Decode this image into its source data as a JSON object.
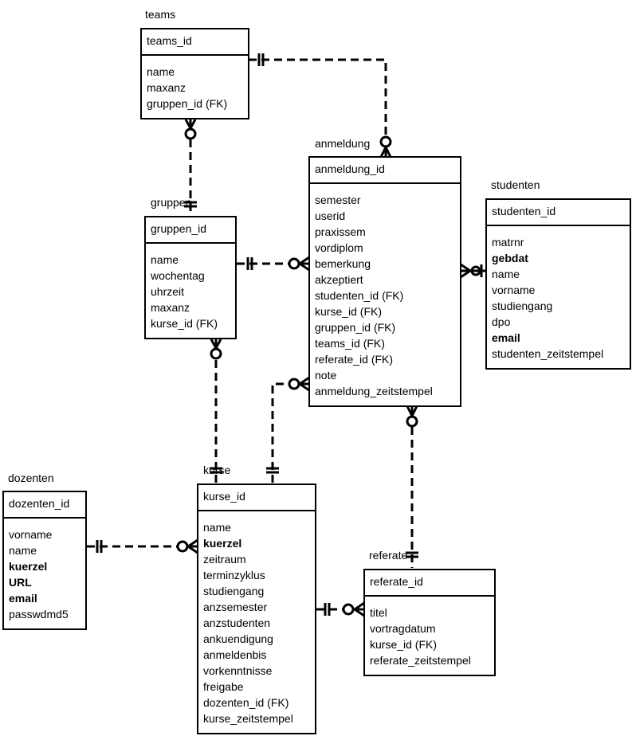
{
  "entities": {
    "teams": {
      "label": "teams",
      "pk": "teams_id",
      "attrs": [
        {
          "name": "name",
          "bold": false
        },
        {
          "name": "maxanz",
          "bold": false
        },
        {
          "name": "gruppen_id (FK)",
          "bold": false
        }
      ]
    },
    "anmeldung": {
      "label": "anmeldung",
      "pk": "anmeldung_id",
      "attrs": [
        {
          "name": "semester",
          "bold": false
        },
        {
          "name": "userid",
          "bold": false
        },
        {
          "name": "praxissem",
          "bold": false
        },
        {
          "name": "vordiplom",
          "bold": false
        },
        {
          "name": "bemerkung",
          "bold": false
        },
        {
          "name": "akzeptiert",
          "bold": false
        },
        {
          "name": "studenten_id (FK)",
          "bold": false
        },
        {
          "name": "kurse_id (FK)",
          "bold": false
        },
        {
          "name": "gruppen_id (FK)",
          "bold": false
        },
        {
          "name": "teams_id (FK)",
          "bold": false
        },
        {
          "name": "referate_id (FK)",
          "bold": false
        },
        {
          "name": "note",
          "bold": false
        },
        {
          "name": "anmeldung_zeitstempel",
          "bold": false
        }
      ]
    },
    "studenten": {
      "label": "studenten",
      "pk": "studenten_id",
      "attrs": [
        {
          "name": "matrnr",
          "bold": false
        },
        {
          "name": "gebdat",
          "bold": true
        },
        {
          "name": "name",
          "bold": false
        },
        {
          "name": "vorname",
          "bold": false
        },
        {
          "name": "studiengang",
          "bold": false
        },
        {
          "name": "dpo",
          "bold": false
        },
        {
          "name": "email",
          "bold": true
        },
        {
          "name": "studenten_zeitstempel",
          "bold": false
        }
      ]
    },
    "gruppen": {
      "label": "gruppen",
      "pk": "gruppen_id",
      "attrs": [
        {
          "name": "name",
          "bold": false
        },
        {
          "name": "wochentag",
          "bold": false
        },
        {
          "name": "uhrzeit",
          "bold": false
        },
        {
          "name": "maxanz",
          "bold": false
        },
        {
          "name": "kurse_id (FK)",
          "bold": false
        }
      ]
    },
    "dozenten": {
      "label": "dozenten",
      "pk": "dozenten_id",
      "attrs": [
        {
          "name": "vorname",
          "bold": false
        },
        {
          "name": "name",
          "bold": false
        },
        {
          "name": "kuerzel",
          "bold": true
        },
        {
          "name": "URL",
          "bold": true
        },
        {
          "name": "email",
          "bold": true
        },
        {
          "name": "passwdmd5",
          "bold": false
        }
      ]
    },
    "kurse": {
      "label": "kurse",
      "pk": "kurse_id",
      "attrs": [
        {
          "name": "name",
          "bold": false
        },
        {
          "name": "kuerzel",
          "bold": true
        },
        {
          "name": "zeitraum",
          "bold": false
        },
        {
          "name": "terminzyklus",
          "bold": false
        },
        {
          "name": "studiengang",
          "bold": false
        },
        {
          "name": "anzsemester",
          "bold": false
        },
        {
          "name": "anzstudenten",
          "bold": false
        },
        {
          "name": "ankuendigung",
          "bold": false
        },
        {
          "name": "anmeldenbis",
          "bold": false
        },
        {
          "name": "vorkenntnisse",
          "bold": false
        },
        {
          "name": "freigabe",
          "bold": false
        },
        {
          "name": "dozenten_id (FK)",
          "bold": false
        },
        {
          "name": "kurse_zeitstempel",
          "bold": false
        }
      ]
    },
    "referate": {
      "label": "referate",
      "pk": "referate_id",
      "attrs": [
        {
          "name": "titel",
          "bold": false
        },
        {
          "name": "vortragdatum",
          "bold": false
        },
        {
          "name": "kurse_id (FK)",
          "bold": false
        },
        {
          "name": "referate_zeitstempel",
          "bold": false
        }
      ]
    }
  },
  "relationships": [
    {
      "from": "teams",
      "to": "anmeldung",
      "from_card": "one-and-only-one",
      "to_card": "zero-or-many"
    },
    {
      "from": "gruppen",
      "to": "teams",
      "from_card": "one-and-only-one",
      "to_card": "zero-or-many"
    },
    {
      "from": "gruppen",
      "to": "anmeldung",
      "from_card": "one-and-only-one",
      "to_card": "zero-or-many"
    },
    {
      "from": "studenten",
      "to": "anmeldung",
      "from_card": "zero-or-one",
      "to_card": "many"
    },
    {
      "from": "kurse",
      "to": "gruppen",
      "from_card": "one-and-only-one",
      "to_card": "zero-or-many"
    },
    {
      "from": "kurse",
      "to": "anmeldung",
      "from_card": "one-and-only-one",
      "to_card": "zero-or-many"
    },
    {
      "from": "referate",
      "to": "anmeldung",
      "from_card": "one-and-only-one",
      "to_card": "zero-or-many"
    },
    {
      "from": "dozenten",
      "to": "kurse",
      "from_card": "one-and-only-one",
      "to_card": "zero-or-many"
    },
    {
      "from": "kurse",
      "to": "referate",
      "from_card": "one-and-only-one",
      "to_card": "zero-or-many"
    }
  ]
}
